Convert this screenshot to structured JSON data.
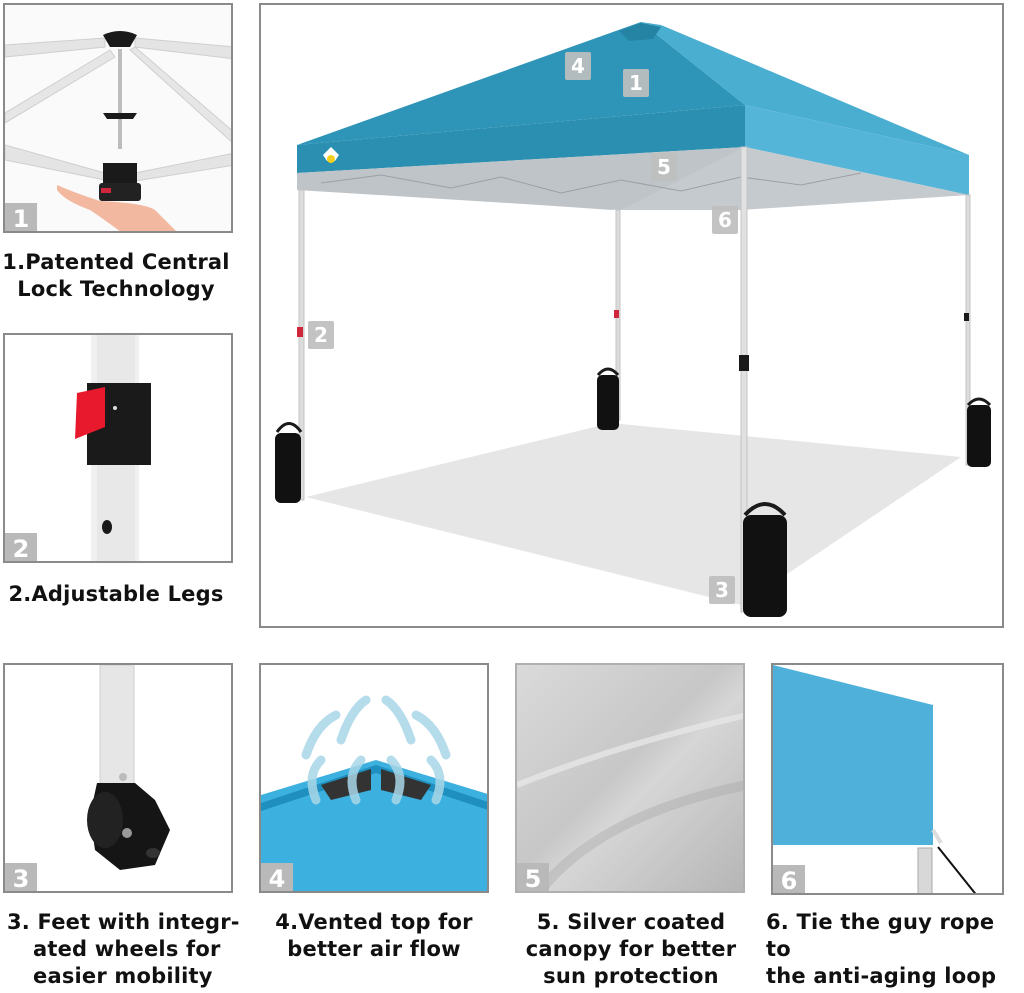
{
  "features": [
    {
      "number": "1",
      "caption_lines": [
        "1.Patented Central",
        "Lock Technology"
      ]
    },
    {
      "number": "2",
      "caption_lines": [
        "2.Adjustable Legs"
      ]
    },
    {
      "number": "3",
      "caption_lines": [
        "3. Feet with integr-",
        "ated wheels for",
        "easier mobility"
      ]
    },
    {
      "number": "4",
      "caption_lines": [
        "4.Vented top for",
        "better air flow"
      ]
    },
    {
      "number": "5",
      "caption_lines": [
        "5. Silver coated",
        "canopy for better",
        "sun protection"
      ]
    },
    {
      "number": "6",
      "caption_lines": [
        "6. Tie the guy rope to",
        "the anti-aging loop"
      ]
    }
  ],
  "main_image": {
    "callouts": [
      "4",
      "1",
      "5",
      "6",
      "2",
      "3"
    ]
  },
  "colors": {
    "canopy_blue": "#2a8fb0",
    "canopy_light_blue": "#5ab8d8",
    "badge_gray": "#b9b9b9",
    "panel_border": "#8a8a8a",
    "lever_red": "#e8192c"
  }
}
